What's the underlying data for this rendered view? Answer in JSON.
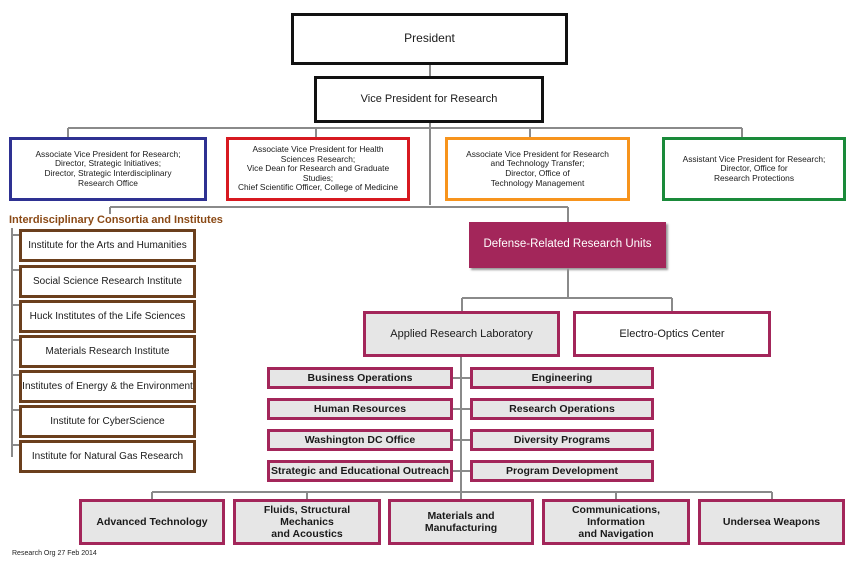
{
  "president": "President",
  "vp_research": "Vice President for Research",
  "associates": [
    {
      "text": "Associate Vice President for Research;\nDirector, Strategic Initiatives;\nDirector, Strategic Interdisciplinary\nResearch Office",
      "color": "#2e3192"
    },
    {
      "text": "Associate Vice President for Health\nSciences Research;\nVice Dean for Research and Graduate Studies;\nChief Scientific Officer, College of Medicine",
      "color": "#d71920"
    },
    {
      "text": "Associate Vice President for Research\nand Technology Transfer;\nDirector, Office of\nTechnology Management",
      "color": "#f7941d"
    },
    {
      "text": "Assistant Vice President for Research;\nDirector, Office for\nResearch Protections",
      "color": "#1a8a3a"
    }
  ],
  "consortia_heading": "Interdisciplinary Consortia and Institutes",
  "institutes": [
    "Institute for the Arts and Humanities",
    "Social Science Research Institute",
    "Huck Institutes of the Life Sciences",
    "Materials Research Institute",
    "Institutes of Energy & the Environment",
    "Institute for CyberScience",
    "Institute for Natural Gas Research"
  ],
  "defense_units": "Defense-Related Research Units",
  "applied_research_lab": "Applied Research Laboratory",
  "electro_optics": "Electro-Optics Center",
  "arl_left": [
    "Business Operations",
    "Human Resources",
    "Washington DC Office",
    "Strategic and Educational Outreach"
  ],
  "arl_right": [
    "Engineering",
    "Research Operations",
    "Diversity Programs",
    "Program Development"
  ],
  "divisions": [
    "Advanced Technology",
    "Fluids, Structural Mechanics\nand Acoustics",
    "Materials and\nManufacturing",
    "Communications, Information\nand Navigation",
    "Undersea Weapons"
  ],
  "footer": "Research Org 27 Feb 2014",
  "colors": {
    "defense": "#a3265a",
    "institute_border": "#6b3f1d",
    "heading": "#8b4a16"
  }
}
